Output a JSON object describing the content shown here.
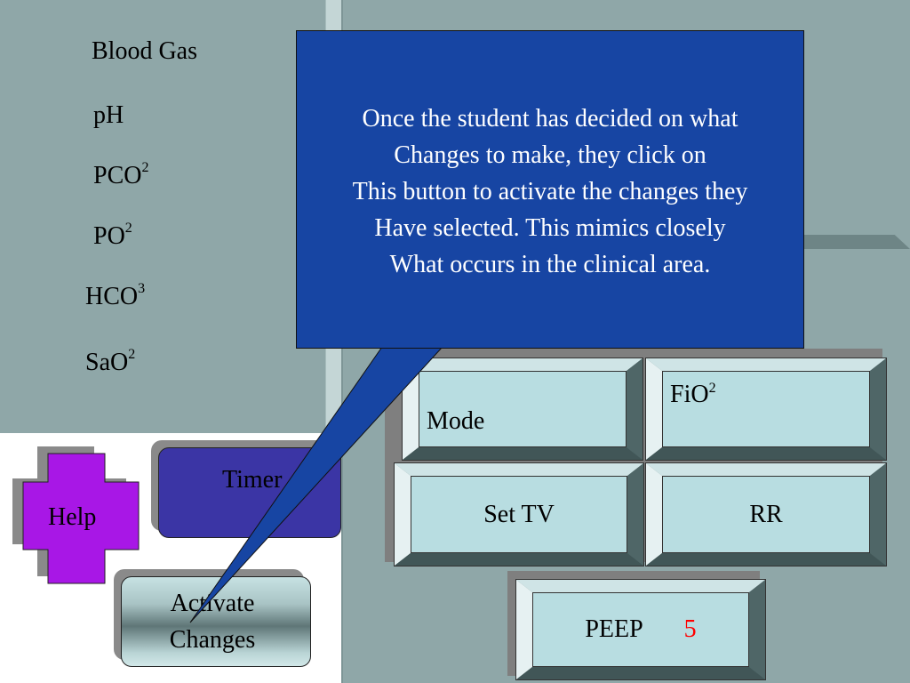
{
  "blood_gas": {
    "title": "Blood Gas",
    "ph": "pH",
    "pco2": {
      "base": "PCO",
      "sup": "2"
    },
    "po2": {
      "base": "PO",
      "sup": "2"
    },
    "hco3": {
      "base": "HCO",
      "sup": "3"
    },
    "sao2": {
      "base": "SaO",
      "sup": "2"
    }
  },
  "buttons": {
    "help": "Help",
    "timer": "Timer",
    "activate_line1": "Activate",
    "activate_line2": "Changes"
  },
  "ventilator": {
    "mode": "Mode",
    "fio2": {
      "base": "FiO",
      "sup": "2"
    },
    "set_tv": "Set TV",
    "rr": "RR",
    "peep_label": "PEEP",
    "peep_value": "5"
  },
  "callout": {
    "lines": [
      "Once the student has decided on what",
      "Changes to make, they click on",
      "This button to activate the changes they",
      "Have selected. This mimics closely",
      "What occurs in the clinical area."
    ]
  },
  "colors": {
    "callout": "#1745a3",
    "help": "#a817e6",
    "timer": "#3b35a5",
    "peep_value": "#ff0000",
    "panel": "#8fa7a8"
  }
}
